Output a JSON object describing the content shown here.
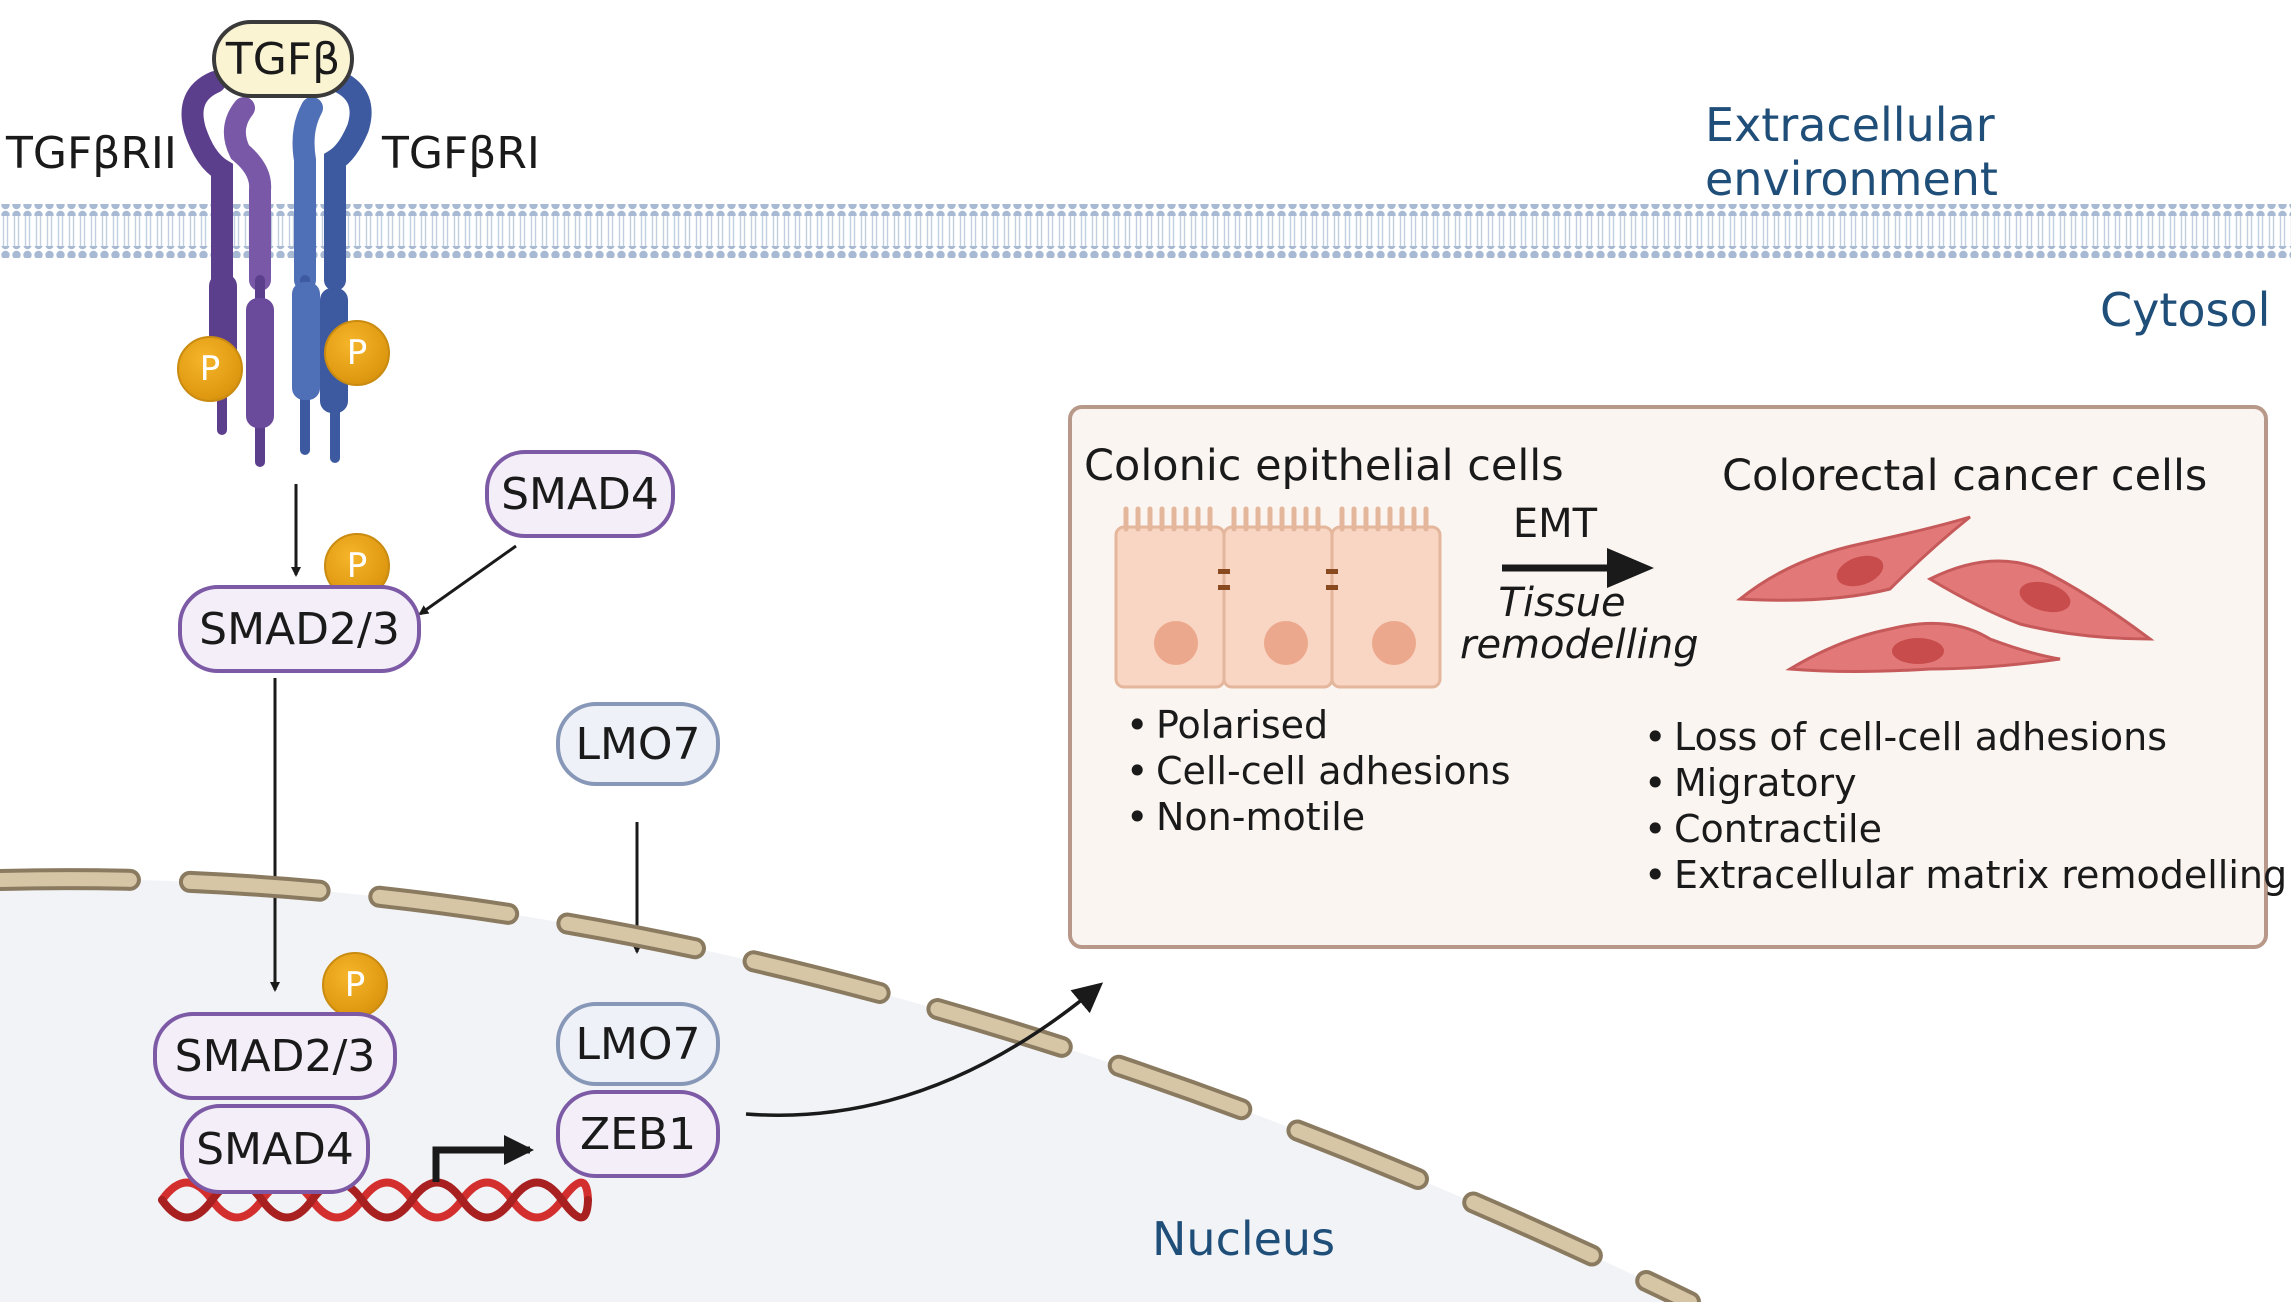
{
  "labels": {
    "extracellular": "Extracellular environment",
    "cytosol": "Cytosol",
    "nucleus": "Nucleus",
    "receptor2": "TGFβRII",
    "receptor1": "TGFβRI",
    "ligand": "TGFβ",
    "phospho": "P"
  },
  "proteins": {
    "smad4_cyto": "SMAD4",
    "smad23_cyto": "SMAD2/3",
    "lmo7_cyto": "LMO7",
    "smad23_nuc": "SMAD2/3",
    "smad4_nuc": "SMAD4",
    "lmo7_nuc": "LMO7",
    "zeb1": "ZEB1"
  },
  "panel": {
    "left_title": "Colonic epithelial cells",
    "right_title": "Colorectal cancer cells",
    "arrow_label": "EMT",
    "arrow_sublabel_1": "Tissue",
    "arrow_sublabel_2": "remodelling",
    "left_bullets": [
      "Polarised",
      "Cell-cell adhesions",
      "Non-motile"
    ],
    "right_bullets": [
      "Loss of cell-cell adhesions",
      "Migratory",
      "Contractile",
      "Extracellular matrix remodelling"
    ]
  },
  "colors": {
    "region_label": "#1f4e79",
    "membrane": "#a7b9d3",
    "receptor2": "#5b3f8c",
    "receptor1": "#3d5aa0",
    "phospho": "#e09a12",
    "nucleus_fill": "#f1f3f7",
    "nuclear_envelope": "#d6c6a6",
    "dna": "#d32f2f",
    "epithelial": "#f8d6c3",
    "cancer_cell": "#e27878"
  }
}
